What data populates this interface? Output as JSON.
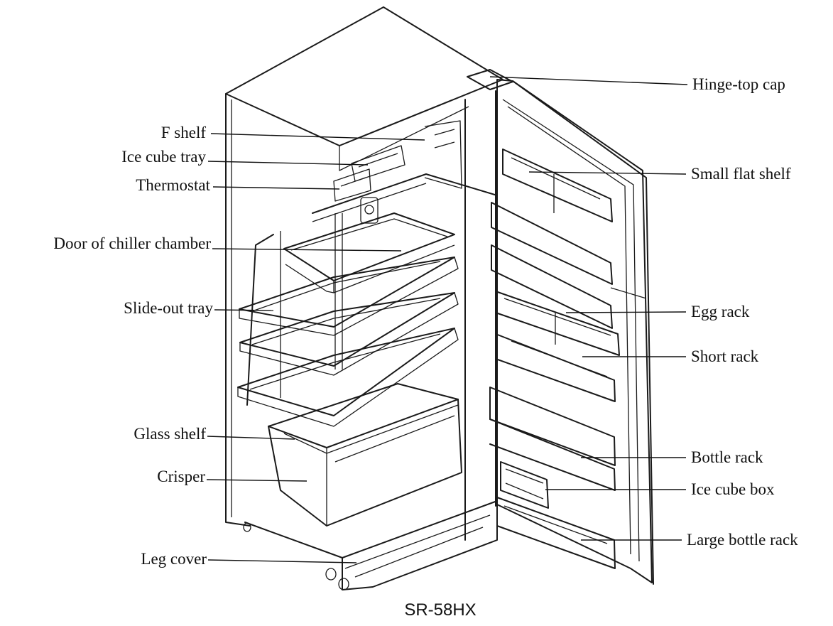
{
  "labels": {
    "hinge_top_cap": "Hinge-top cap",
    "f_shelf": "F shelf",
    "ice_cube_tray": "Ice cube tray",
    "thermostat": "Thermostat",
    "small_flat_shelf": "Small flat shelf",
    "door_of_chiller_chamber": "Door of chiller chamber",
    "slide_out_tray": "Slide-out tray",
    "egg_rack": "Egg rack",
    "short_rack": "Short rack",
    "glass_shelf": "Glass shelf",
    "crisper": "Crisper",
    "bottle_rack": "Bottle rack",
    "ice_cube_box": "Ice cube box",
    "large_bottle_rack": "Large bottle rack",
    "leg_cover": "Leg cover"
  },
  "model": "SR-58HX",
  "colors": {
    "line": "#1a1a1a",
    "background": "#ffffff"
  }
}
